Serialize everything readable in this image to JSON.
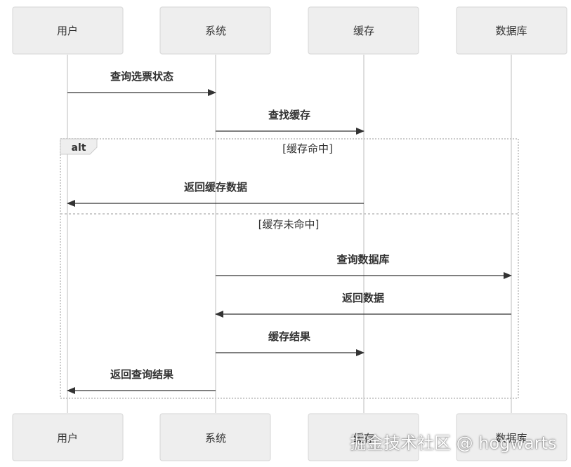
{
  "actors": [
    {
      "id": "user",
      "label": "用户"
    },
    {
      "id": "system",
      "label": "系统"
    },
    {
      "id": "cache",
      "label": "缓存"
    },
    {
      "id": "db",
      "label": "数据库"
    }
  ],
  "messages": [
    {
      "from": "user",
      "to": "system",
      "label": "查询选票状态"
    },
    {
      "from": "system",
      "to": "cache",
      "label": "查找缓存"
    },
    {
      "from": "cache",
      "to": "user",
      "label": "返回缓存数据"
    },
    {
      "from": "system",
      "to": "db",
      "label": "查询数据库"
    },
    {
      "from": "db",
      "to": "system",
      "label": "返回数据"
    },
    {
      "from": "system",
      "to": "cache",
      "label": "缓存结果"
    },
    {
      "from": "system",
      "to": "user",
      "label": "返回查询结果"
    }
  ],
  "alt_block": {
    "tag": "alt",
    "branches": [
      "[缓存命中]",
      "[缓存未命中]"
    ]
  },
  "watermark": "掘金技术社区 @ hogwarts"
}
